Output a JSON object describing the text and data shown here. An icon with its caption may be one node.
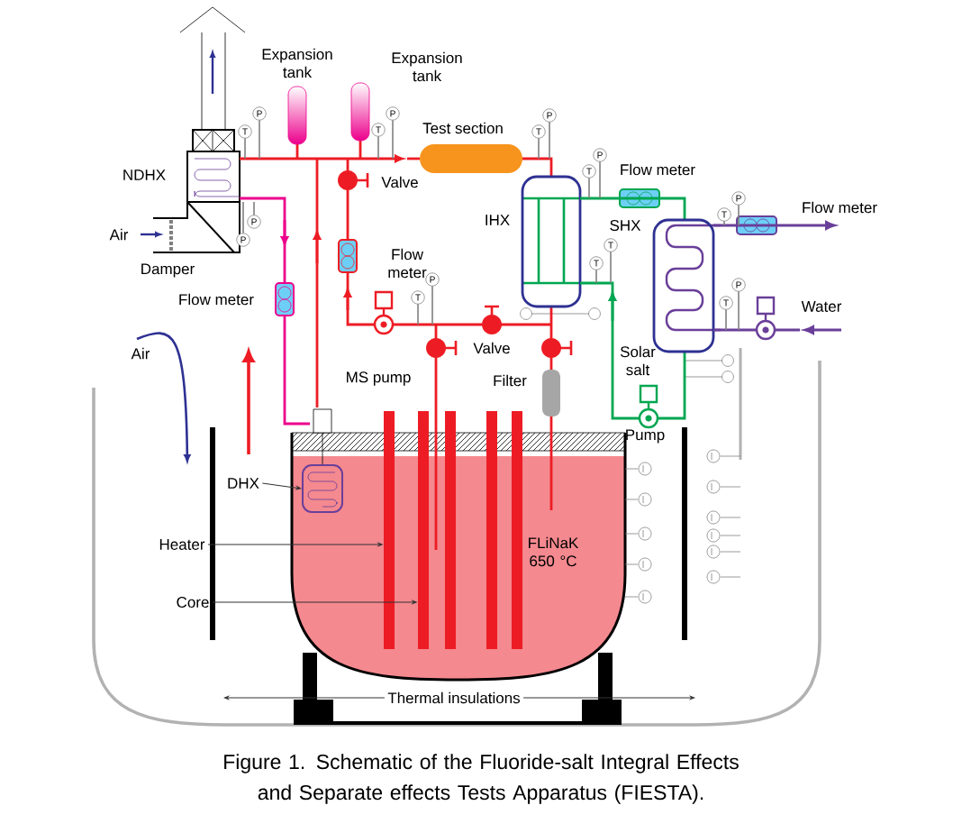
{
  "diagram": {
    "caption": "Figure 1. Schematic of the Fluoride-salt Integral Effects and Separate effects Tests Apparatus (FIESTA).",
    "nodes": [
      {
        "text": [
          "DHX"
        ]
      },
      {
        "text": [],
        "shape": "coil"
      },
      {
        "text": [
          "Heater"
        ]
      },
      {
        "text": [],
        "shape": "bar"
      },
      {
        "text": [
          "Core"
        ]
      },
      {
        "text": [],
        "shape": "bar"
      },
      {
        "text": [
          "Thermal insulations"
        ]
      }
    ],
    "edges": [
      {
        "from": 0,
        "to": 1,
        "arrow": "to"
      },
      {
        "from": 2,
        "to": 3,
        "arrow": "to"
      },
      {
        "from": 4,
        "to": 5,
        "arrow": "to"
      },
      {
        "from": 6,
        "to": null,
        "arrow": "to"
      },
      {
        "from": 6,
        "to": null,
        "arrow": "to"
      }
    ],
    "labels": [
      "Expansion tank",
      "Expansion tank",
      "Test section",
      "NDHX",
      "Valve",
      "Flow meter",
      "IHX",
      "Flow meter",
      "SHX",
      "Air",
      "Flow meter",
      "Damper",
      "Flow meter",
      "Water",
      "Valve",
      "Solar salt",
      "Air",
      "MS pump",
      "Filter",
      "Pump",
      "FLiNaK 650 °C",
      "P",
      "P",
      "P",
      "T",
      "T",
      "T",
      "P",
      "T",
      "P",
      "T",
      "P",
      "P",
      "T",
      "T",
      "P",
      "T",
      "P",
      "T"
    ]
  }
}
